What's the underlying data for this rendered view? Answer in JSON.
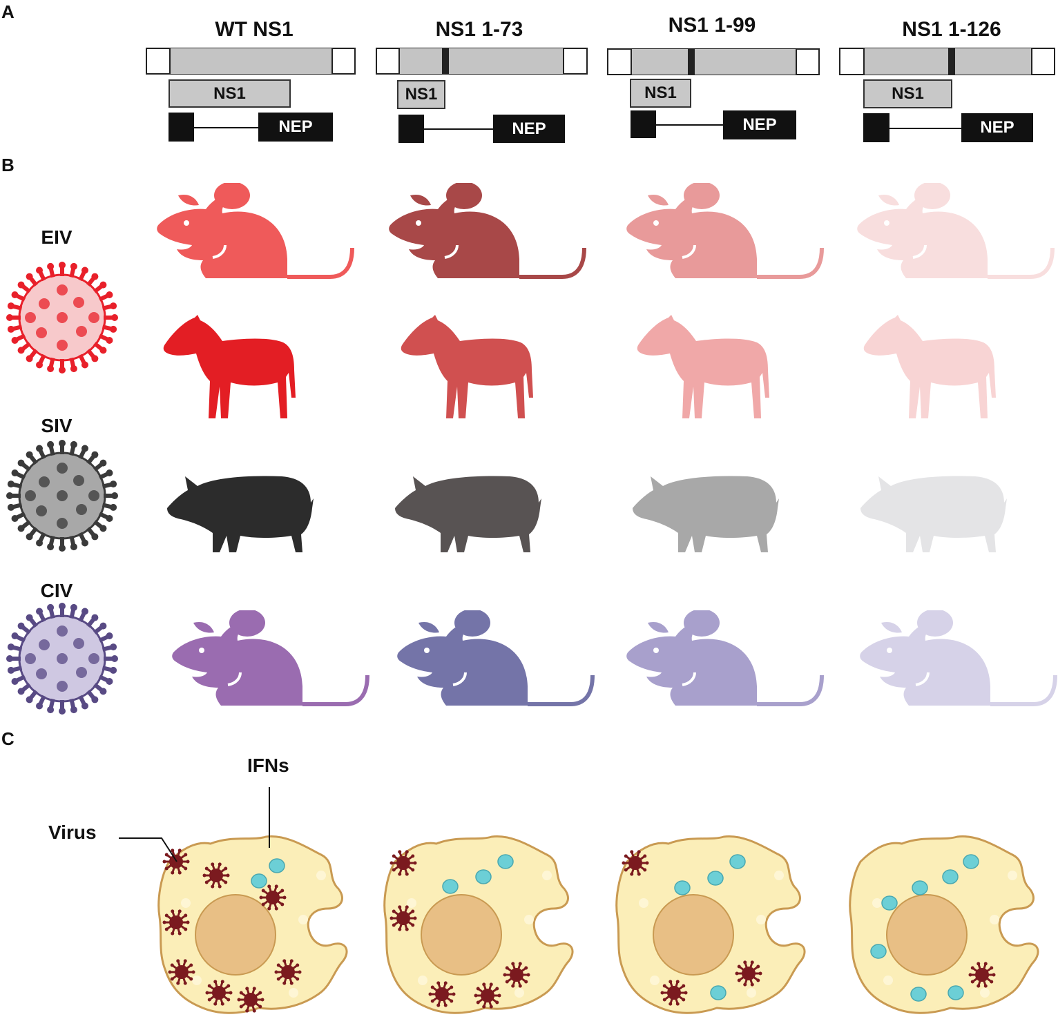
{
  "panels": {
    "a": "A",
    "b": "B",
    "c": "C"
  },
  "constructs": [
    {
      "title": "WT NS1",
      "ns1_label": "NS1",
      "nep_label": "NEP"
    },
    {
      "title": "NS1 1-73",
      "ns1_label": "NS1",
      "nep_label": "NEP"
    },
    {
      "title": "NS1 1-99",
      "ns1_label": "NS1",
      "nep_label": "NEP"
    },
    {
      "title": "NS1 1-126",
      "ns1_label": "NS1",
      "nep_label": "NEP"
    }
  ],
  "viruses": [
    {
      "label": "EIV",
      "color": "#e8202a",
      "hosts": [
        "mouse",
        "horse"
      ]
    },
    {
      "label": "SIV",
      "color": "#333333",
      "hosts": [
        "pig"
      ]
    },
    {
      "label": "CIV",
      "color": "#7a68a8",
      "hosts": [
        "mouse"
      ]
    }
  ],
  "host_shades": {
    "eiv_mouse": [
      "#ef5a5a",
      "#a84848",
      "#e89a9a",
      "#f8dede"
    ],
    "eiv_horse": [
      "#e31e24",
      "#d05050",
      "#f0a8a8",
      "#f8d4d4"
    ],
    "siv_pig": [
      "#2c2c2c",
      "#585353",
      "#a8a8a8",
      "#e4e4e6"
    ],
    "civ_mouse": [
      "#9a6cb0",
      "#7474a8",
      "#a8a0cc",
      "#d6d2e8"
    ]
  },
  "cells": {
    "virus_label": "Virus",
    "ifn_label": "IFNs",
    "cell_color": "#fbeeb8",
    "nucleus_color": "#e8bf85",
    "virus_color": "#7b1a1f",
    "ifn_color": "#6ccfd6"
  }
}
